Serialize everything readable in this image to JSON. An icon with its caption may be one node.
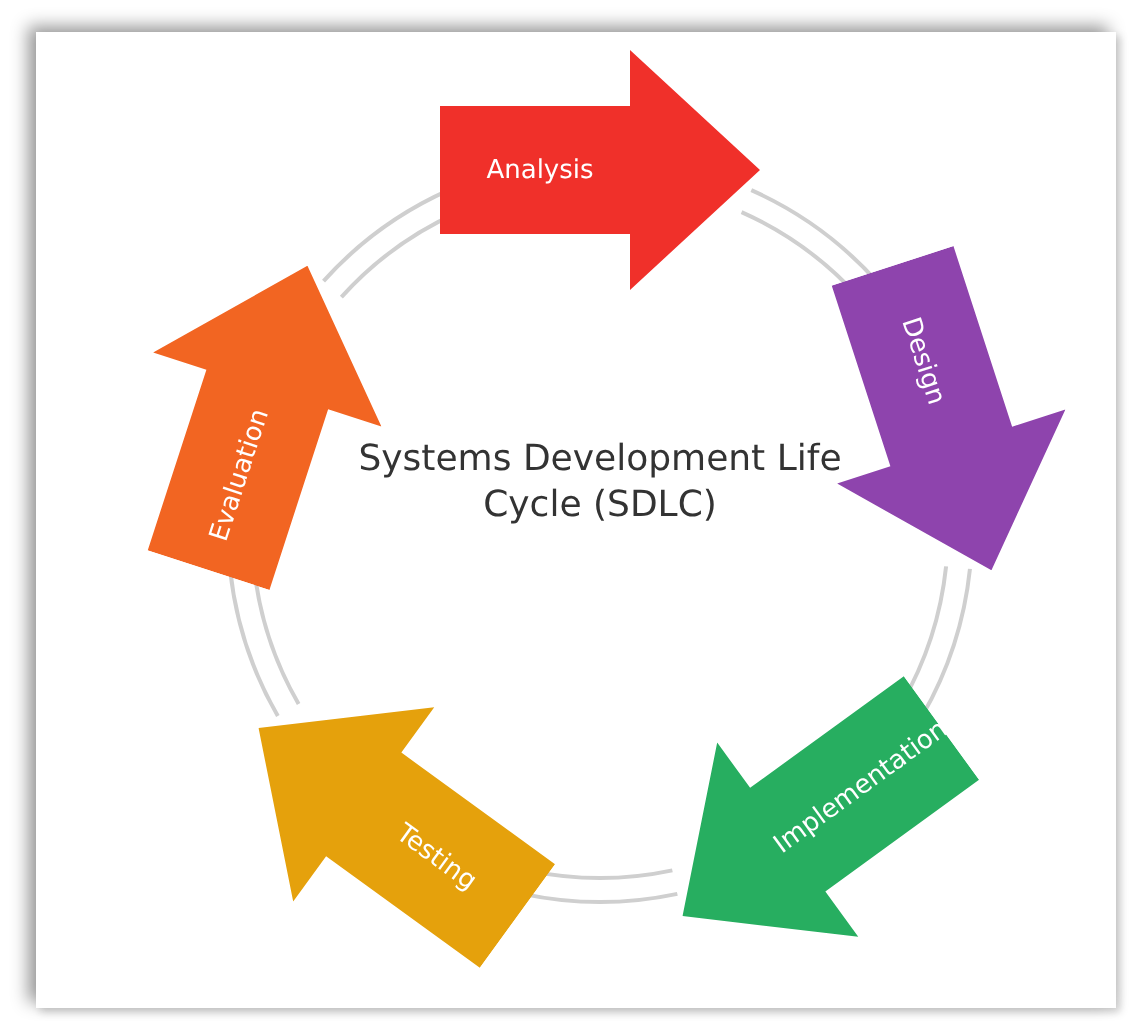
{
  "diagram": {
    "title": "Systems Development Life Cycle (SDLC)",
    "nodes": [
      {
        "text": [
          "Analysis"
        ]
      },
      {
        "text": [
          "Design"
        ]
      },
      {
        "text": [
          "Implementation"
        ]
      },
      {
        "text": [
          "Testing"
        ]
      },
      {
        "text": [
          "Evaluation"
        ]
      }
    ],
    "edges": [
      {
        "from": 0,
        "to": 1,
        "arrow": "none"
      },
      {
        "from": 1,
        "to": 2,
        "arrow": "none"
      },
      {
        "from": 2,
        "to": 3,
        "arrow": "none"
      },
      {
        "from": 3,
        "to": 4,
        "arrow": "none"
      },
      {
        "from": 4,
        "to": 0,
        "arrow": "none"
      }
    ]
  }
}
